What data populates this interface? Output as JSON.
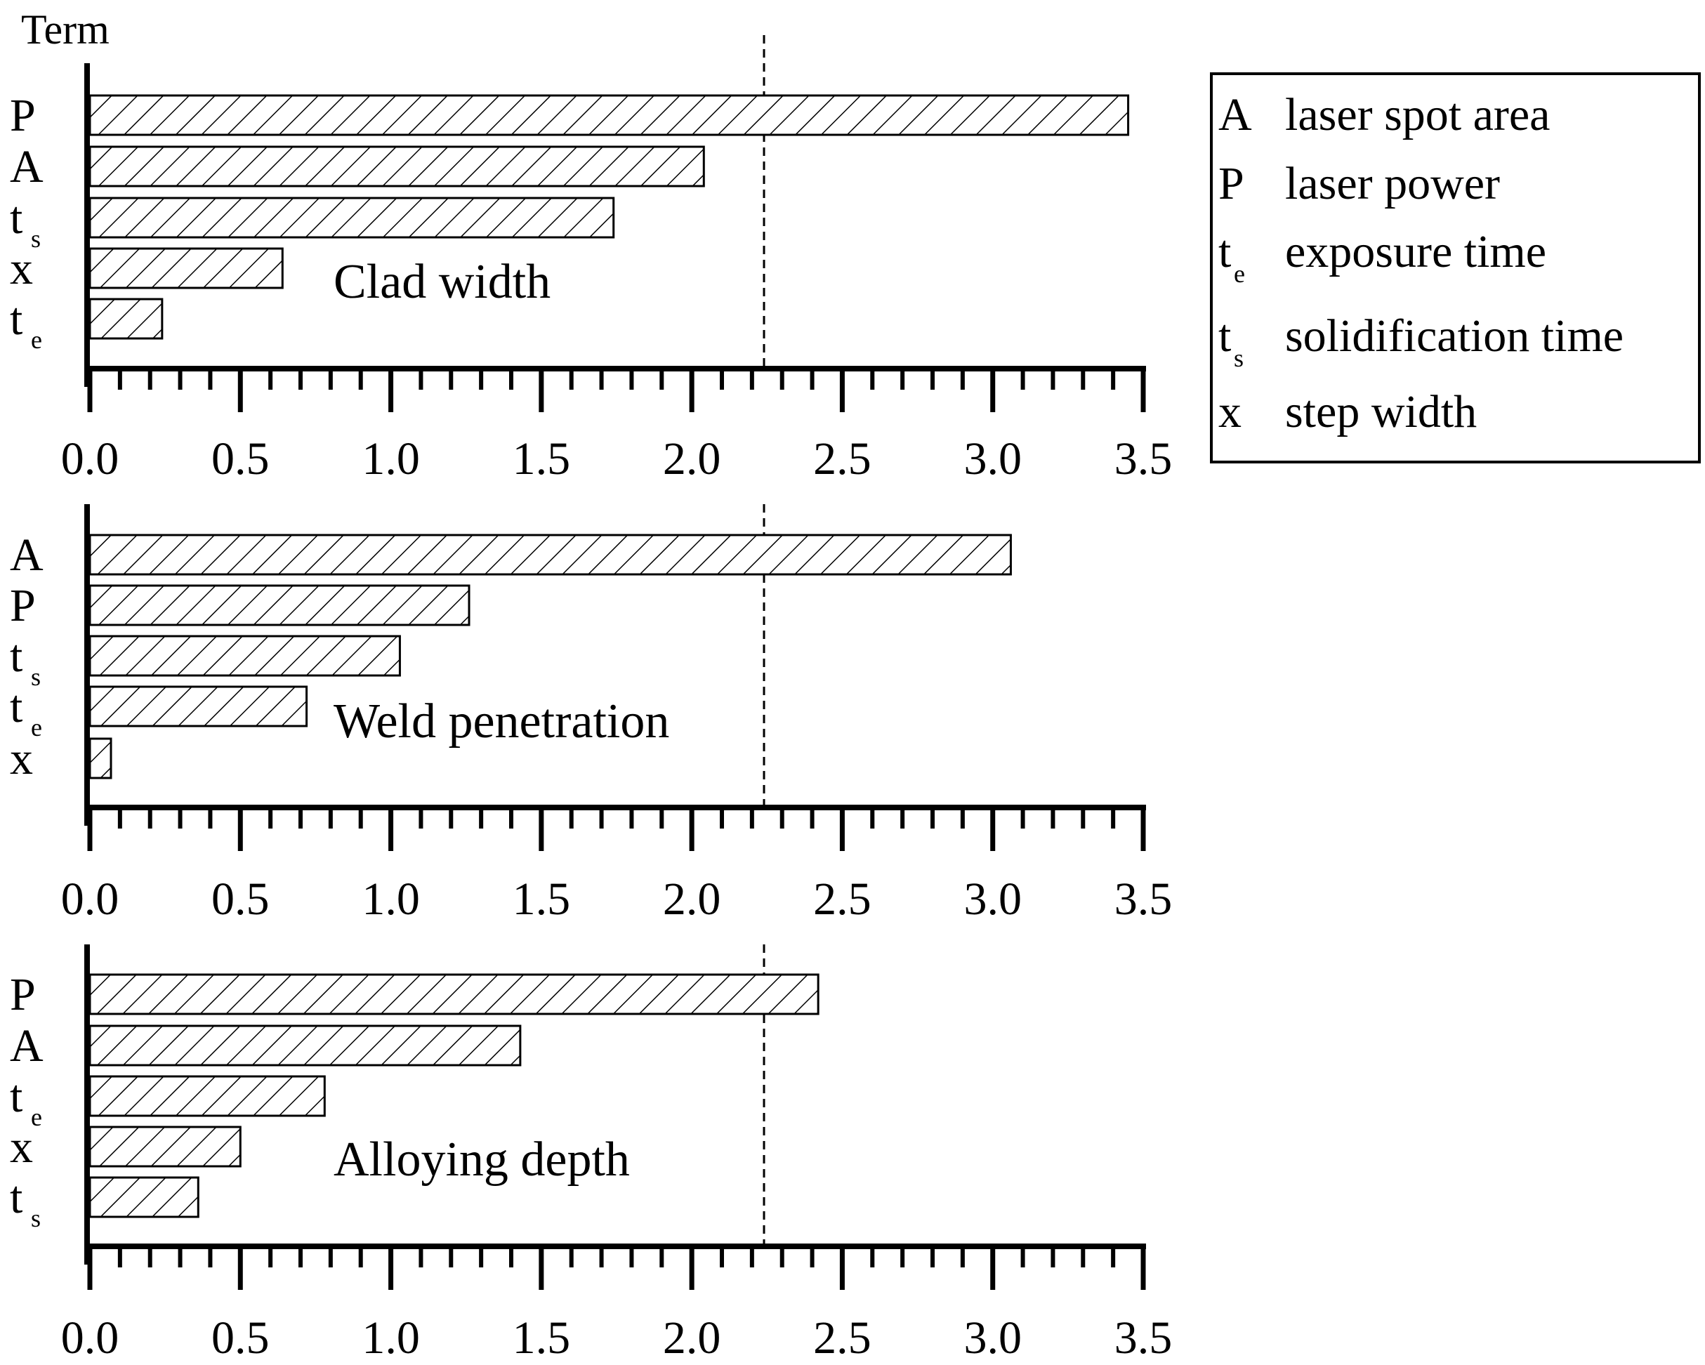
{
  "y_axis_title": "Term",
  "legend": {
    "items": [
      {
        "symbol": "A",
        "sub": "",
        "label": "laser spot area"
      },
      {
        "symbol": "P",
        "sub": "",
        "label": "laser power"
      },
      {
        "symbol": "t",
        "sub": "e",
        "label": "exposure time"
      },
      {
        "symbol": "t",
        "sub": "s",
        "label": "solidification time"
      },
      {
        "symbol": "x",
        "sub": "",
        "label": "step width"
      }
    ]
  },
  "chart_data": [
    {
      "type": "bar",
      "orientation": "horizontal",
      "title": "Clad width",
      "categories": [
        {
          "symbol": "P",
          "sub": ""
        },
        {
          "symbol": "A",
          "sub": ""
        },
        {
          "symbol": "t",
          "sub": "s"
        },
        {
          "symbol": "x",
          "sub": ""
        },
        {
          "symbol": "t",
          "sub": "e"
        }
      ],
      "values": [
        3.45,
        2.04,
        1.74,
        0.64,
        0.24
      ],
      "xlim": [
        0,
        3.5
      ],
      "xticks": [
        "0.0",
        "0.5",
        "1.0",
        "1.5",
        "2.0",
        "2.5",
        "3.0",
        "3.5"
      ],
      "reference_line": 2.24,
      "bar_fill": "diagonal-hatch"
    },
    {
      "type": "bar",
      "orientation": "horizontal",
      "title": "Weld penetration",
      "categories": [
        {
          "symbol": "A",
          "sub": ""
        },
        {
          "symbol": "P",
          "sub": ""
        },
        {
          "symbol": "t",
          "sub": "s"
        },
        {
          "symbol": "t",
          "sub": "e"
        },
        {
          "symbol": "x",
          "sub": ""
        }
      ],
      "values": [
        3.06,
        1.26,
        1.03,
        0.72,
        0.07
      ],
      "xlim": [
        0,
        3.5
      ],
      "xticks": [
        "0.0",
        "0.5",
        "1.0",
        "1.5",
        "2.0",
        "2.5",
        "3.0",
        "3.5"
      ],
      "reference_line": 2.24,
      "bar_fill": "diagonal-hatch"
    },
    {
      "type": "bar",
      "orientation": "horizontal",
      "title": "Alloying depth",
      "categories": [
        {
          "symbol": "P",
          "sub": ""
        },
        {
          "symbol": "A",
          "sub": ""
        },
        {
          "symbol": "t",
          "sub": "e"
        },
        {
          "symbol": "x",
          "sub": ""
        },
        {
          "symbol": "t",
          "sub": "s"
        }
      ],
      "values": [
        2.42,
        1.43,
        0.78,
        0.5,
        0.36
      ],
      "xlim": [
        0,
        3.5
      ],
      "xticks": [
        "0.0",
        "0.5",
        "1.0",
        "1.5",
        "2.0",
        "2.5",
        "3.0",
        "3.5"
      ],
      "reference_line": 2.24,
      "bar_fill": "diagonal-hatch"
    }
  ]
}
